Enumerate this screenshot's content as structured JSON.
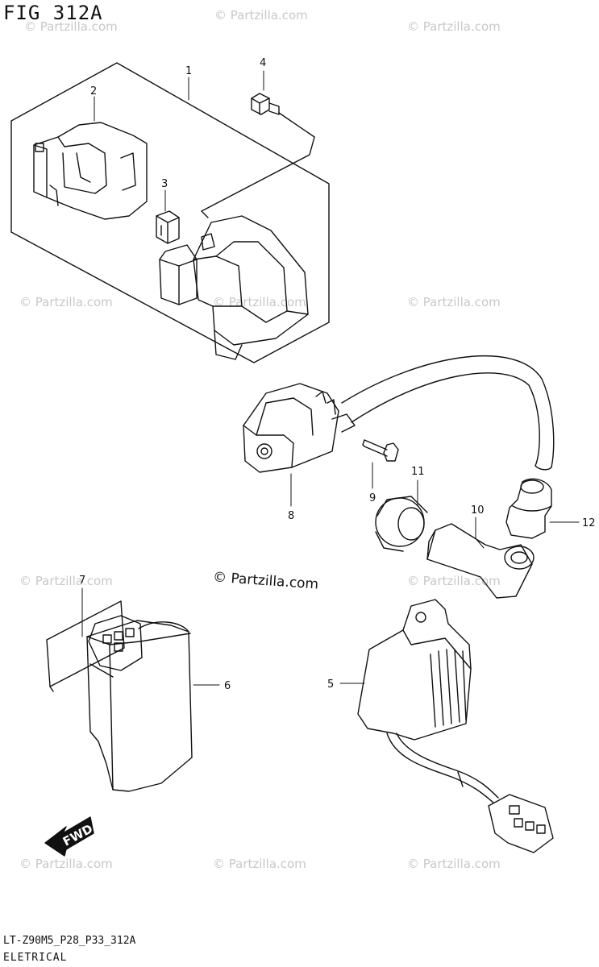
{
  "figure": {
    "title": "FIG 312A",
    "model_code": "LT-Z90M5_P28_P33_312A",
    "caption": "ELETRICAL",
    "brand_mark": "© Partzilla.com",
    "watermark_text": "© Partzilla.com",
    "fwd_label": "FWD"
  },
  "callouts": [
    {
      "id": "1",
      "label": "1"
    },
    {
      "id": "2",
      "label": "2"
    },
    {
      "id": "3",
      "label": "3"
    },
    {
      "id": "4",
      "label": "4"
    },
    {
      "id": "5",
      "label": "5"
    },
    {
      "id": "6",
      "label": "6"
    },
    {
      "id": "7",
      "label": "7"
    },
    {
      "id": "8",
      "label": "8"
    },
    {
      "id": "9",
      "label": "9"
    },
    {
      "id": "10",
      "label": "10"
    },
    {
      "id": "11",
      "label": "11"
    },
    {
      "id": "12",
      "label": "12"
    }
  ],
  "colors": {
    "line": "#111111",
    "watermark": "#c8c8c8",
    "background": "#ffffff"
  }
}
